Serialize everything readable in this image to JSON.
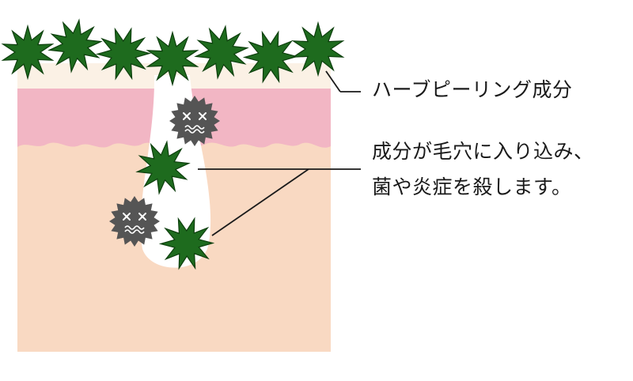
{
  "labels": {
    "herb_ingredient": "ハーブピーリング成分",
    "description_line1": "成分が毛穴に入り込み、",
    "description_line2": "菌や炎症を殺します。"
  },
  "colors": {
    "star_green": "#1e6b1e",
    "star_outline": "#0d3f0d",
    "germ_gray": "#555555",
    "skin_top": "#fbf1e5",
    "skin_pink": "#f2b6c4",
    "skin_dermis": "#f9d9c2",
    "pore": "#ffffff",
    "line": "#1a1a1a"
  },
  "icons": {
    "herb": "green-star-icon",
    "germ": "dead-germ-icon"
  }
}
